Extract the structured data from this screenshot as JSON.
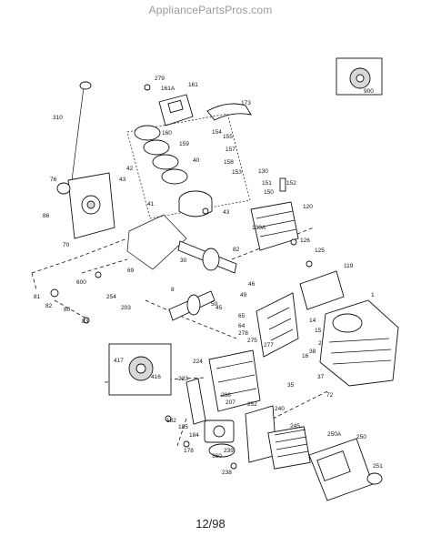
{
  "header": {
    "watermark": "AppliancePartsPros.com"
  },
  "footer": {
    "page_number": "12/98"
  },
  "parts": [
    {
      "id": "p279",
      "label": "279"
    },
    {
      "id": "p161a",
      "label": "161A"
    },
    {
      "id": "p161",
      "label": "161"
    },
    {
      "id": "p310",
      "label": "310"
    },
    {
      "id": "p173",
      "label": "173"
    },
    {
      "id": "p900",
      "label": "900"
    },
    {
      "id": "p160",
      "label": "160"
    },
    {
      "id": "p154",
      "label": "154"
    },
    {
      "id": "p159",
      "label": "159"
    },
    {
      "id": "p155",
      "label": "155"
    },
    {
      "id": "p157",
      "label": "157"
    },
    {
      "id": "p40",
      "label": "40"
    },
    {
      "id": "p158",
      "label": "158"
    },
    {
      "id": "p42",
      "label": "42"
    },
    {
      "id": "p153",
      "label": "153"
    },
    {
      "id": "p130",
      "label": "130"
    },
    {
      "id": "p43a",
      "label": "43"
    },
    {
      "id": "p151",
      "label": "151"
    },
    {
      "id": "p76",
      "label": "76"
    },
    {
      "id": "p150",
      "label": "150"
    },
    {
      "id": "p152",
      "label": "152"
    },
    {
      "id": "p41",
      "label": "41"
    },
    {
      "id": "p120",
      "label": "120"
    },
    {
      "id": "p43b",
      "label": "43"
    },
    {
      "id": "p86",
      "label": "86"
    },
    {
      "id": "p130a",
      "label": "130A"
    },
    {
      "id": "p70",
      "label": "70"
    },
    {
      "id": "p126",
      "label": "126"
    },
    {
      "id": "p82",
      "label": "82"
    },
    {
      "id": "p125",
      "label": "125"
    },
    {
      "id": "p30",
      "label": "30"
    },
    {
      "id": "p69",
      "label": "69"
    },
    {
      "id": "p119",
      "label": "119"
    },
    {
      "id": "p46",
      "label": "46"
    },
    {
      "id": "p600",
      "label": "600"
    },
    {
      "id": "p49",
      "label": "49"
    },
    {
      "id": "p81",
      "label": "81"
    },
    {
      "id": "p254",
      "label": "254"
    },
    {
      "id": "p1",
      "label": "1"
    },
    {
      "id": "p8",
      "label": "8"
    },
    {
      "id": "p82b",
      "label": "82"
    },
    {
      "id": "p203",
      "label": "203"
    },
    {
      "id": "p50",
      "label": "50"
    },
    {
      "id": "p45",
      "label": "45"
    },
    {
      "id": "p80",
      "label": "80"
    },
    {
      "id": "p83",
      "label": "83"
    },
    {
      "id": "p65",
      "label": "65"
    },
    {
      "id": "p64",
      "label": "64"
    },
    {
      "id": "p14",
      "label": "14"
    },
    {
      "id": "p278",
      "label": "278"
    },
    {
      "id": "p15",
      "label": "15"
    },
    {
      "id": "p275",
      "label": "275"
    },
    {
      "id": "p277",
      "label": "277"
    },
    {
      "id": "p2",
      "label": "2"
    },
    {
      "id": "p417",
      "label": "417"
    },
    {
      "id": "p16",
      "label": "16"
    },
    {
      "id": "p38",
      "label": "38"
    },
    {
      "id": "p416",
      "label": "416"
    },
    {
      "id": "p224",
      "label": "224"
    },
    {
      "id": "p37",
      "label": "37"
    },
    {
      "id": "p35",
      "label": "35"
    },
    {
      "id": "p72",
      "label": "72"
    },
    {
      "id": "p223",
      "label": "223"
    },
    {
      "id": "p286",
      "label": "286"
    },
    {
      "id": "p207",
      "label": "207"
    },
    {
      "id": "p252",
      "label": "252"
    },
    {
      "id": "p240",
      "label": "240"
    },
    {
      "id": "p182",
      "label": "182"
    },
    {
      "id": "p185",
      "label": "185"
    },
    {
      "id": "p184",
      "label": "184"
    },
    {
      "id": "p245",
      "label": "245"
    },
    {
      "id": "p250a",
      "label": "250A"
    },
    {
      "id": "p250",
      "label": "250"
    },
    {
      "id": "p178",
      "label": "178"
    },
    {
      "id": "p239",
      "label": "239"
    },
    {
      "id": "p360",
      "label": "360"
    },
    {
      "id": "p251",
      "label": "251"
    },
    {
      "id": "p238",
      "label": "238"
    }
  ]
}
